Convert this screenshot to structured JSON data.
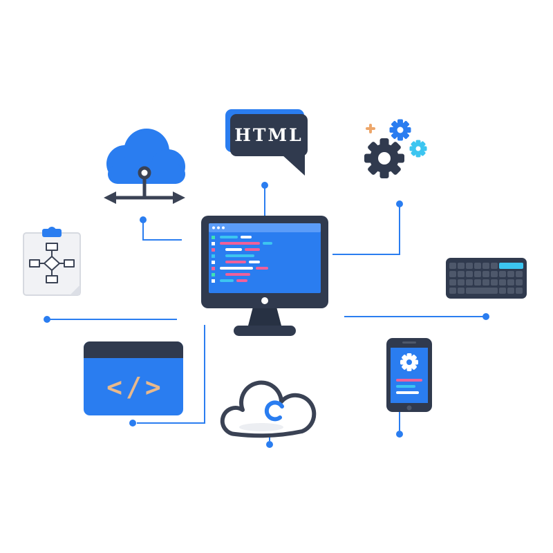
{
  "illustration": {
    "name": "web-development-concept-illustration",
    "background": "#ffffff"
  },
  "labels": {
    "html_bubble": "HTML",
    "code_window": "</>"
  },
  "colors": {
    "primary_blue": "#2a7df0",
    "dark_navy": "#303a4e",
    "darker_navy": "#273143",
    "outline_dark": "#3a4254",
    "cyan": "#3cc5f0",
    "pink": "#f0609a",
    "teal": "#3fe3b4",
    "tan": "#e9b98b",
    "orange": "#eda66a",
    "key_gray": "#4e586b",
    "titlebar_blue": "#5b9cf8",
    "clipboard_gray": "#f1f2f5"
  },
  "nodes": [
    {
      "id": "monitor",
      "icon": "monitor-with-code-icon"
    },
    {
      "id": "cloud-network",
      "icon": "cloud-network-icon"
    },
    {
      "id": "html-bubble",
      "icon": "html-speech-bubble-icon"
    },
    {
      "id": "gears",
      "icon": "gears-icon"
    },
    {
      "id": "clipboard",
      "icon": "clipboard-flowchart-icon"
    },
    {
      "id": "keyboard",
      "icon": "keyboard-icon"
    },
    {
      "id": "code-window",
      "icon": "code-window-icon"
    },
    {
      "id": "cloud",
      "icon": "cloud-outline-icon"
    },
    {
      "id": "smartphone",
      "icon": "smartphone-settings-icon"
    }
  ]
}
